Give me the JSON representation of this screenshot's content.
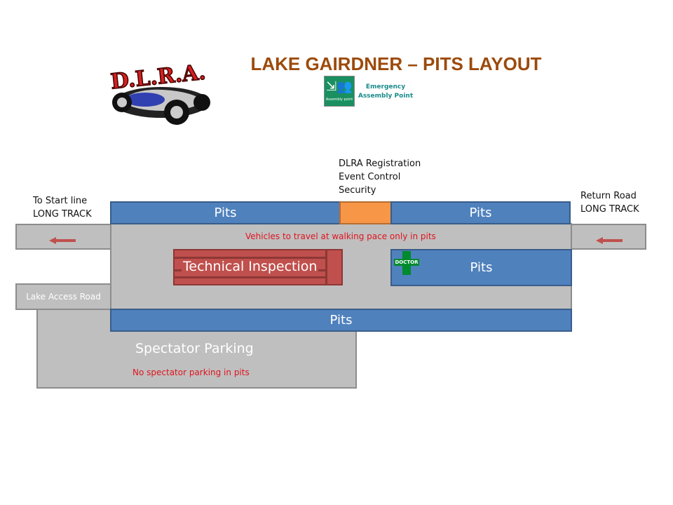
{
  "title": "LAKE GAIRDNER – PITS LAYOUT",
  "logo": {
    "text": "D.L.R.A."
  },
  "assembly": {
    "sign_text": "Assembly point",
    "label_line1": "Emergency",
    "label_line2": "Assembly Point"
  },
  "registration": [
    "DLRA Registration",
    "Event Control",
    "Security"
  ],
  "start_line": [
    "To Start line",
    "LONG TRACK"
  ],
  "return_road": [
    "Return Road",
    "LONG TRACK"
  ],
  "pits_top_left": "Pits",
  "pits_top_right": "Pits",
  "pits_middle": "Pits",
  "pits_bottom": "Pits",
  "walking_notice": "Vehicles to travel at walking pace only in pits",
  "technical_inspection": "Technical Inspection",
  "doctor": "DOCTOR",
  "lake_access": "Lake Access Road",
  "spectator_parking": "Spectator Parking",
  "no_parking": "No spectator parking in pits",
  "colors": {
    "title": "#9c4a0b",
    "pits": "#4f81bd",
    "registration": "#f79646",
    "inspection": "#c0504d",
    "notice": "#e0141e"
  }
}
